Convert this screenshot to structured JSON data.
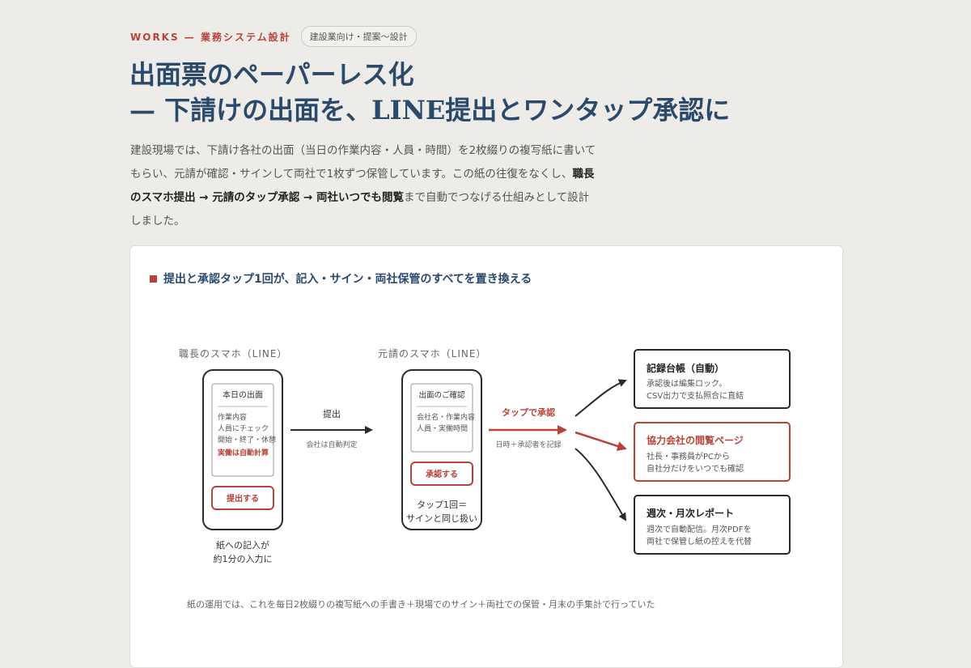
{
  "header": {
    "eyebrow": "WORKS — 業務システム設計",
    "tag": "建設業向け・提案〜設計",
    "title_line1": "出面票のペーパーレス化",
    "title_line2": "— 下請けの出面を、LINE提出とワンタップ承認に"
  },
  "lead": {
    "text1": "建設現場では、下請け各社の出面（当日の作業内容・人員・時間）を2枚綴りの複写紙に書いてもらい、元請が確認・サインして両社で1枚ずつ保管しています。この紙の往復をなくし、",
    "bold": "職長のスマホ提出 → 元請のタップ承認 → 両社いつでも閲覧",
    "text2": "まで自動でつなげる仕組みとして設計しました。"
  },
  "card": {
    "heading": "提出と承認タップ1回が、記入・サイン・両社保管のすべてを置き換える",
    "footnote": "紙の運用では、これを毎日2枚綴りの複写紙への手書き＋現場でのサイン＋両社での保管・月末の手集計で行っていた"
  },
  "diagram": {
    "phone1": {
      "label": "職長のスマホ（LINE）",
      "screen_title": "本日の出面",
      "rows": [
        "作業内容",
        "人員にチェック",
        "開始・終了・休憩"
      ],
      "highlight": "実働は自動計算",
      "button": "提出する",
      "caption1": "紙への記入が",
      "caption2": "約1分の入力に"
    },
    "arrow1": {
      "label": "提出",
      "sub": "会社は自動判定"
    },
    "phone2": {
      "label": "元請のスマホ（LINE）",
      "screen_title": "出面のご確認",
      "rows": [
        "会社名・作業内容",
        "人員・実働時間"
      ],
      "button": "承認する",
      "caption1": "タップ1回＝",
      "caption2": "サインと同じ扱い"
    },
    "arrow2": {
      "label": "タップで承認",
      "sub": "日時＋承認者を記録"
    },
    "outputs": [
      {
        "title": "記録台帳（自動）",
        "line1": "承認後は編集ロック。",
        "line2": "CSV出力で支払照合に直結"
      },
      {
        "title": "協力会社の閲覧ページ",
        "line1": "社長・事務員がPCから",
        "line2": "自社分だけをいつでも確認"
      },
      {
        "title": "週次・月次レポート",
        "line1": "週次で自動配信。月次PDFを",
        "line2": "両社で保管し紙の控えを代替"
      }
    ],
    "colors": {
      "accent": "#b8433a",
      "ink": "#2b2b2b",
      "navy": "#2b4a6b"
    }
  }
}
